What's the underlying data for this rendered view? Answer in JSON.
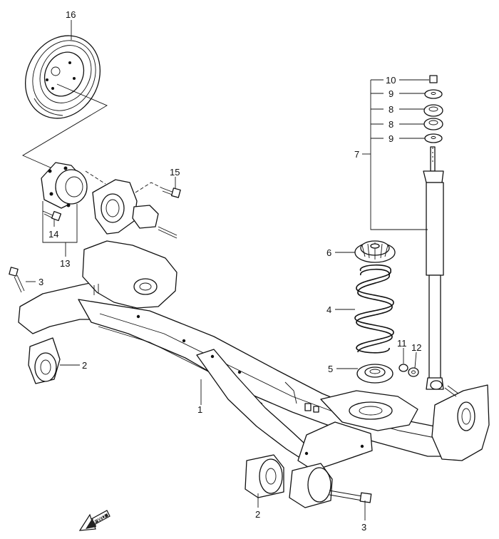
{
  "diagram": {
    "callouts": [
      {
        "key": "c16",
        "label": "16"
      },
      {
        "key": "c10",
        "label": "10"
      },
      {
        "key": "c9a",
        "label": "9"
      },
      {
        "key": "c8a",
        "label": "8"
      },
      {
        "key": "c8b",
        "label": "8"
      },
      {
        "key": "c9b",
        "label": "9"
      },
      {
        "key": "c7",
        "label": "7"
      },
      {
        "key": "c15",
        "label": "15"
      },
      {
        "key": "c14",
        "label": "14"
      },
      {
        "key": "c13",
        "label": "13"
      },
      {
        "key": "c3a",
        "label": "3"
      },
      {
        "key": "c6",
        "label": "6"
      },
      {
        "key": "c4",
        "label": "4"
      },
      {
        "key": "c2a",
        "label": "2"
      },
      {
        "key": "c11",
        "label": "11"
      },
      {
        "key": "c12",
        "label": "12"
      },
      {
        "key": "c5",
        "label": "5"
      },
      {
        "key": "c1",
        "label": "1"
      },
      {
        "key": "c2b",
        "label": "2"
      },
      {
        "key": "c3b",
        "label": "3"
      }
    ],
    "fwd_label": "FWD"
  }
}
